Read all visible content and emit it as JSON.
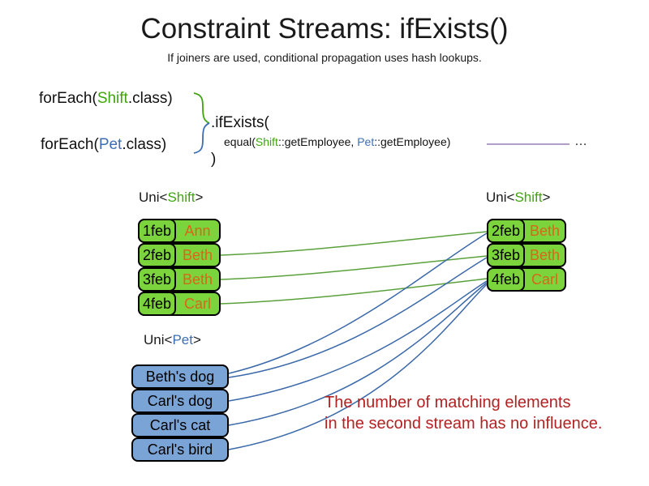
{
  "slide": {
    "title": "Constraint Streams: ifExists()",
    "subtitle": "If joiners are used, conditional propagation uses hash lookups."
  },
  "code": {
    "foreach_shift": {
      "pre": "forEach(",
      "cls": "Shift",
      "post": ".class)"
    },
    "foreach_pet": {
      "pre": "forEach(",
      "cls": "Pet",
      "post": ".class)"
    },
    "if_exists": ".ifExists(",
    "equal": {
      "pre": "equal(",
      "shift": "Shift",
      "mid": "::getEmployee, ",
      "pet": "Pet",
      "post": "::getEmployee)"
    },
    "ellipsis": "…",
    "close_paren": ")"
  },
  "left_shift_table": {
    "label": {
      "pre": "Uni<",
      "type": "Shift",
      "post": ">"
    },
    "rows": [
      {
        "date": "1feb",
        "name": "Ann"
      },
      {
        "date": "2feb",
        "name": "Beth"
      },
      {
        "date": "3feb",
        "name": "Beth"
      },
      {
        "date": "4feb",
        "name": "Carl"
      }
    ]
  },
  "right_shift_table": {
    "label": {
      "pre": "Uni<",
      "type": "Shift",
      "post": ">"
    },
    "rows": [
      {
        "date": "2feb",
        "name": "Beth"
      },
      {
        "date": "3feb",
        "name": "Beth"
      },
      {
        "date": "4feb",
        "name": "Carl"
      }
    ]
  },
  "pet_table": {
    "label": {
      "pre": "Uni<",
      "type": "Pet",
      "post": ">"
    },
    "rows": [
      "Beth's dog",
      "Carl's dog",
      "Carl's cat",
      "Carl's bird"
    ]
  },
  "note": {
    "line1": "The number of matching elements",
    "line2": "in the second stream has no influence."
  },
  "colors": {
    "shift_green": "#3fa40e",
    "pet_blue": "#3c6eb4",
    "box_green": "#7bd43b",
    "box_blue": "#7aa4d6",
    "name_orange": "#d9661a",
    "note_red": "#b22222",
    "line_green": "#5aa13c",
    "line_blue": "#3a68a8",
    "line_purple": "#9a7fb5"
  }
}
